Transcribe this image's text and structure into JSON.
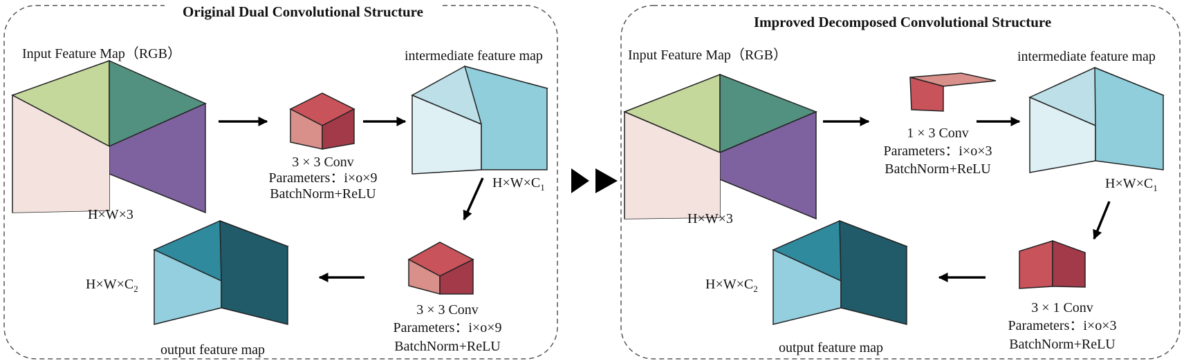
{
  "colors": {
    "rgb_top_left": "#c5d89c",
    "rgb_top_right": "#52917f",
    "rgb_left": "#f3e2de",
    "rgb_right": "#7e629f",
    "conv_light": "#d98f8a",
    "conv_mid": "#c9535a",
    "conv_dark": "#a33a4a",
    "inter_top": "#bcdfe8",
    "inter_left": "#dff0f5",
    "inter_right": "#90cedb",
    "out_top": "#2f8a9e",
    "out_left": "#93cfde",
    "out_right": "#215a69",
    "panel_border": "#555555",
    "arrow": "#000000"
  },
  "left_panel": {
    "title": "Original Dual Convolutional Structure",
    "input_label": "Input Feature Map（RGB）",
    "input_dims": "H×W×3",
    "conv1": {
      "name": "3 × 3 Conv",
      "params": "Parameters：i×o×9",
      "norm": "BatchNorm+ReLU"
    },
    "intermediate_label": "intermediate feature map",
    "intermediate_dims": {
      "base": "H×W×C",
      "sub": "1"
    },
    "conv2": {
      "name": "3 × 3 Conv",
      "params": "Parameters：i×o×9",
      "norm": "BatchNorm+ReLU"
    },
    "output_dims": {
      "base": "H×W×C",
      "sub": "2"
    },
    "output_label": "output feature map"
  },
  "right_panel": {
    "title": "Improved Decomposed Convolutional Structure",
    "input_label": "Input Feature Map（RGB）",
    "input_dims": "H×W×3",
    "conv1": {
      "name": "1 × 3 Conv",
      "params": "Parameters：i×o×3",
      "norm": "BatchNorm+ReLU"
    },
    "intermediate_label": "intermediate feature map",
    "intermediate_dims": {
      "base": "H×W×C",
      "sub": "1"
    },
    "conv2": {
      "name": "3 × 1 Conv",
      "params": "Parameters：i×o×3",
      "norm": "BatchNorm+ReLU"
    },
    "output_dims": {
      "base": "H×W×C",
      "sub": "2"
    },
    "output_label": "output feature map"
  }
}
